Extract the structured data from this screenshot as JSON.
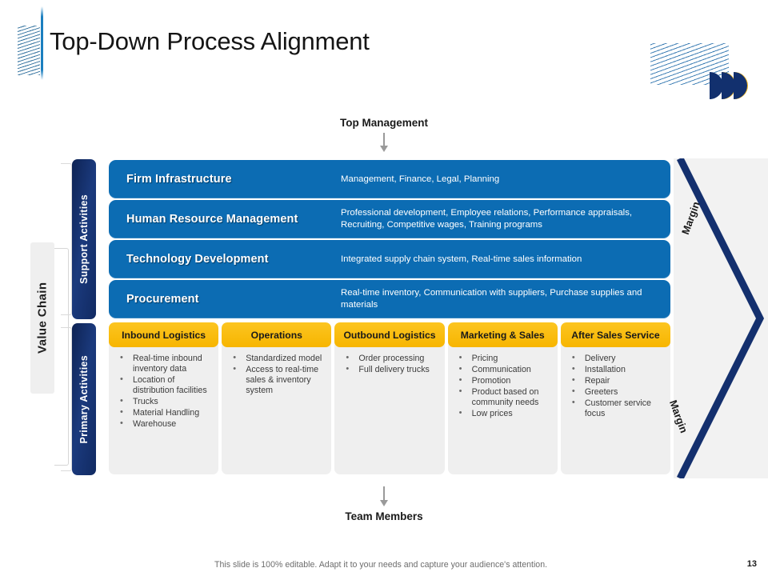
{
  "slide": {
    "title": "Top-Down Process Alignment",
    "page_number": "13",
    "footer_note": "This slide is 100% editable. Adapt it to your needs and capture your audience's attention."
  },
  "colors": {
    "navy": "#12306e",
    "blue": "#0c6cb3",
    "gold": "#f7b500",
    "card_gray": "#efefef",
    "arrow_gray": "#9a9a9a"
  },
  "annotations": {
    "top": "Top Management",
    "bottom": "Team Members"
  },
  "value_chain": {
    "label": "Value Chain"
  },
  "axis_labels": {
    "support": "Support Activities",
    "primary": "Primary Activities"
  },
  "margin": {
    "top_label": "Margin",
    "bottom_label": "Margin"
  },
  "support_activities": [
    {
      "title": "Firm Infrastructure",
      "description": "Management, Finance, Legal, Planning"
    },
    {
      "title": "Human Resource Management",
      "description": "Professional development, Employee relations, Performance appraisals, Recruiting, Competitive wages, Training programs"
    },
    {
      "title": "Technology Development",
      "description": "Integrated supply chain system, Real-time sales information"
    },
    {
      "title": "Procurement",
      "description": "Real-time inventory, Communication with suppliers, Purchase supplies and materials"
    }
  ],
  "primary_activities": [
    {
      "title": "Inbound Logistics",
      "items": [
        "Real-time inbound inventory data",
        "Location of distribution facilities",
        "Trucks",
        "Material Handling",
        "Warehouse"
      ]
    },
    {
      "title": "Operations",
      "items": [
        "Standardized model",
        "Access to real-time sales & inventory system"
      ]
    },
    {
      "title": "Outbound Logistics",
      "items": [
        "Order processing",
        "Full delivery trucks"
      ]
    },
    {
      "title": "Marketing & Sales",
      "items": [
        "Pricing",
        "Communication",
        "Promotion",
        "Product based on community needs",
        "Low prices"
      ]
    },
    {
      "title": "After Sales Service",
      "items": [
        "Delivery",
        "Installation",
        "Repair",
        "Greeters",
        "Customer service focus"
      ]
    }
  ]
}
